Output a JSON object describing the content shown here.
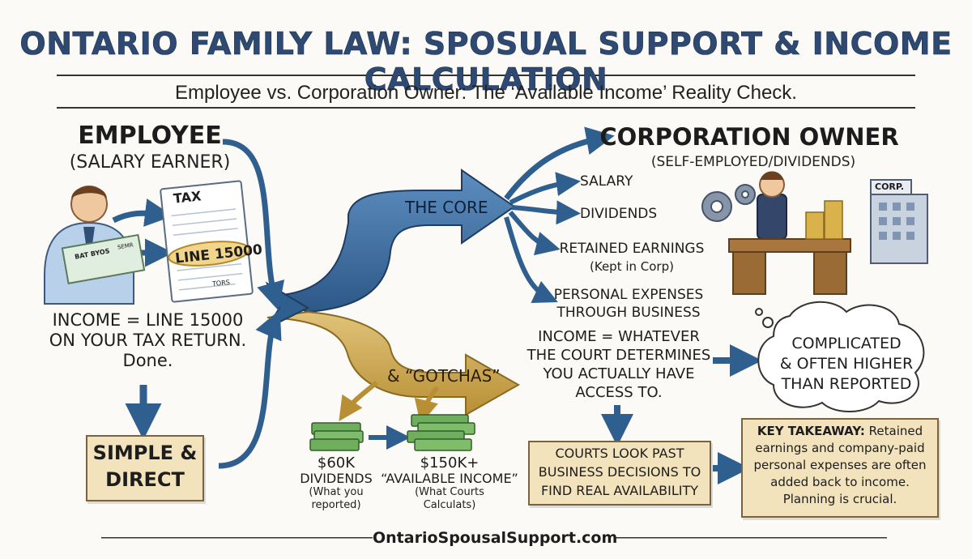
{
  "header": {
    "title": "ONTARIO FAMILY LAW: SPOSUAL SUPPORT & INCOME CALCULATION",
    "subtitle": "Employee vs. Corporation Owner: The ‘Available Income’ Reality Check."
  },
  "employee": {
    "title": "EMPLOYEE",
    "subtitle": "(SALARY EARNER)",
    "tax_form_label": "TAX",
    "line_label": "LINE 15000",
    "form_footer": "TORS",
    "cheque_left": "BAT BYOS",
    "cheque_right": "SEMR",
    "income_lines": [
      "INCOME = LINE 15000",
      "ON YOUR TAX RETURN.",
      "Done."
    ],
    "result_lines": [
      "SIMPLE &",
      "DIRECT"
    ]
  },
  "center": {
    "core_label": "THE CORE",
    "gotchas_label": "& “GOTCHAS”",
    "reported_amount": "$60K",
    "reported_label": "DIVIDENDS",
    "reported_note": [
      "(What you",
      "reported)"
    ],
    "available_amount": "$150K+",
    "available_label": "“AVAILABLE INCOME”",
    "available_note": [
      "(What Courts",
      "Calculats)"
    ]
  },
  "corporation": {
    "title": "CORPORATION OWNER",
    "subtitle": "(SELF-EMPLOYED/DIVIDENDS)",
    "corp_sign": "CORP.",
    "items": [
      {
        "label": "SALARY",
        "note": ""
      },
      {
        "label": "DIVIDENDS",
        "note": ""
      },
      {
        "label": "RETAINED EARNINGS",
        "note": "(Kept in Corp)"
      },
      {
        "label": "PERSONAL EXPENSES",
        "note": "THROUGH BUSINESS"
      }
    ],
    "income_lines": [
      "INCOME = WHATEVER",
      "THE COURT DETERMINES",
      "YOU ACTUALLY HAVE",
      "ACCESS TO."
    ],
    "cloud_lines": [
      "COMPLICATED",
      "& OFTEN HIGHER",
      "THAN REPORTED"
    ],
    "courts_lines": [
      "COURTS LOOK PAST",
      "BUSINESS DECISIONS TO",
      "FIND REAL AVAILABILITY"
    ]
  },
  "takeaway": {
    "heading": "KEY TAKEAWAY:",
    "lines": [
      "Retained",
      "earnings and company-paid",
      "personal expenses are often",
      "added back to income.",
      "Planning is crucial."
    ]
  },
  "footer": {
    "site": "OntarioSpousalSupport.com"
  },
  "colors": {
    "blue_arrow": "#2f5f8f",
    "gold_arrow": "#c7a24a",
    "box_fill": "#f3e3bd",
    "title": "#2e4a73"
  }
}
